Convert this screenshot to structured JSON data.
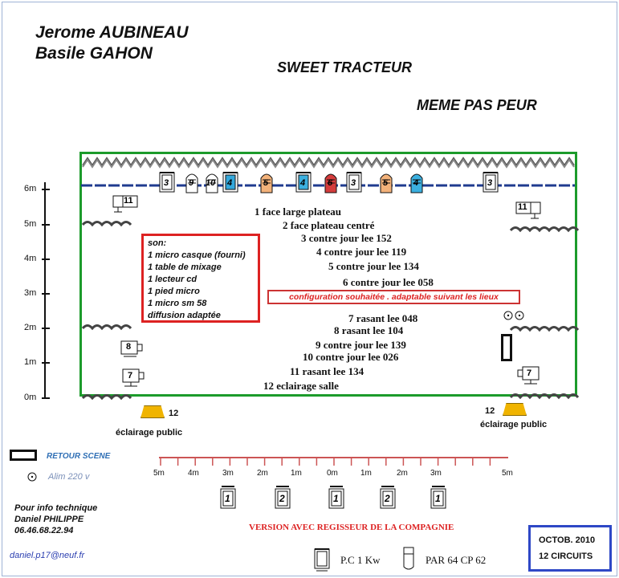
{
  "header": {
    "artist_line1": "Jerome AUBINEAU",
    "artist_line2": "Basile GAHON",
    "band": "SWEET TRACTEUR",
    "show": "MEME PAS PEUR"
  },
  "y_scale": [
    "6m",
    "5m",
    "4m",
    "3m",
    "2m",
    "1m",
    "0m"
  ],
  "fixtures": {
    "bar_labels": [
      "3",
      "9",
      "10",
      "4",
      "5",
      "4",
      "6",
      "3",
      "5",
      "4",
      "3"
    ],
    "left_side": [
      "11",
      "8",
      "7"
    ],
    "right_side": [
      "11",
      "7"
    ],
    "front": [
      "1",
      "2",
      "1",
      "2",
      "1"
    ]
  },
  "lamp_list": [
    "1 face large plateau",
    "2 face  plateau centré",
    "3 contre jour lee 152",
    "4 contre jour lee 119",
    "5 contre jour  lee 134",
    "6 contre jour  lee  058",
    "7 rasant lee 048",
    "8 rasant lee 104",
    "9 contre jour lee 139",
    "10 contre jour lee 026",
    "11 rasant lee 134",
    "12 eclairage salle"
  ],
  "son": {
    "title": "son:",
    "items": [
      "1 micro casque (fourni)",
      "1 table de mixage",
      "1 lecteur cd",
      "1 pied micro",
      "1 micro sm 58",
      "diffusion adaptée"
    ]
  },
  "configuration_note": "configuration souhaitée . adaptable suivant les lieux",
  "public_lighting": {
    "left_num": "12",
    "left_label": "éclairage public",
    "right_num": "12",
    "right_label": "éclairage public"
  },
  "legend": {
    "retour": "RETOUR SCENE",
    "alim": "Alim 220 v",
    "pc": "P.C 1 Kw",
    "par": "PAR 64 CP 62"
  },
  "ruler": [
    "5m",
    "4m",
    "3m",
    "2m",
    "1m",
    "0m",
    "1m",
    "2m",
    "3m",
    "5m"
  ],
  "contact": {
    "line1": "Pour info technique",
    "line2": "Daniel PHILIPPE",
    "phone": "06.46.68.22.94",
    "email": "daniel.p17@neuf.fr"
  },
  "version": "VERSION AVEC REGISSEUR DE LA COMPAGNIE",
  "date_box": {
    "date": "OCTOB. 2010",
    "circuits": "12 CIRCUITS"
  },
  "colors": {
    "stage_border": "#1c9b2b",
    "son_border": "#dd2222",
    "date_border": "#2e48c6",
    "bar": "#1f3b8f",
    "public_light": "#f0b400"
  }
}
